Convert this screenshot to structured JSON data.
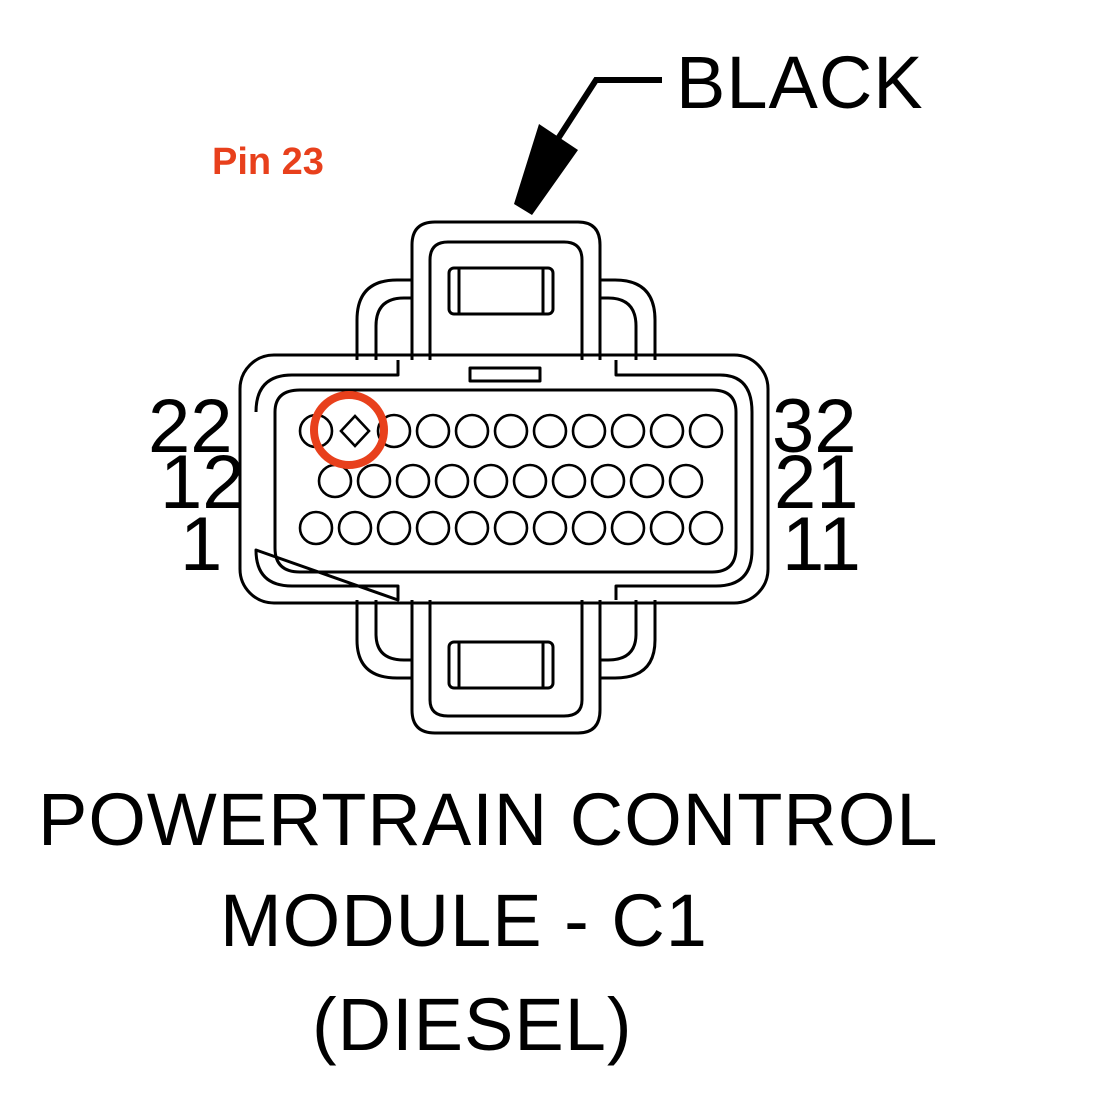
{
  "wire_color_label": "BLACK",
  "callout": {
    "label": "Pin 23",
    "color": "#e8401c",
    "highlighted_pin": 23
  },
  "pin_number_labels": {
    "top_left": "22",
    "middle_left": "12",
    "bottom_left": "1",
    "top_right": "32",
    "middle_right": "21",
    "bottom_right": "11"
  },
  "connector": {
    "rows": [
      {
        "row": "top",
        "first_pin": 22,
        "last_pin": 32,
        "count": 11
      },
      {
        "row": "middle",
        "first_pin": 12,
        "last_pin": 21,
        "count": 10
      },
      {
        "row": "bottom",
        "first_pin": 1,
        "last_pin": 11,
        "count": 11
      }
    ]
  },
  "caption": {
    "line1": "POWERTRAIN CONTROL",
    "line2": "MODULE - C1",
    "line3": "(DIESEL)"
  }
}
